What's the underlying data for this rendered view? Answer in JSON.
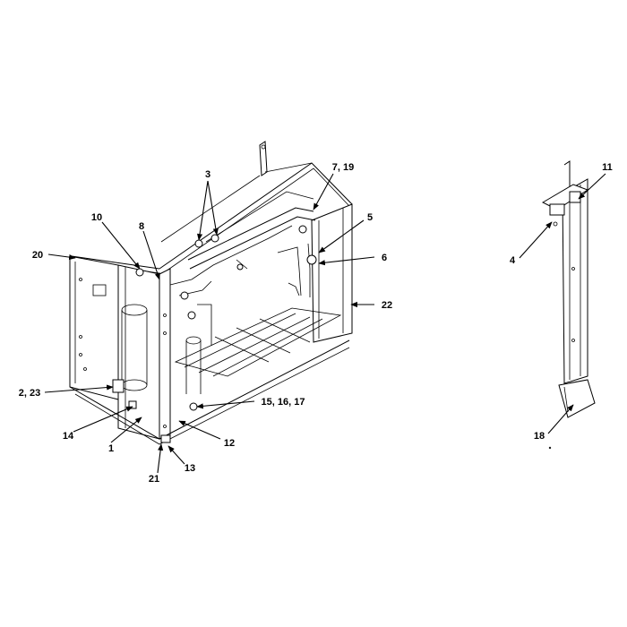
{
  "callouts": {
    "c1": "1",
    "c2_23": "2, 23",
    "c3": "3",
    "c4": "4",
    "c5": "5",
    "c6": "6",
    "c7_19": "7, 19",
    "c8": "8",
    "c10": "10",
    "c11": "11",
    "c12": "12",
    "c13": "13",
    "c14": "14",
    "c15_16_17": "15, 16, 17",
    "c18": "18",
    "c20": "20",
    "c21": "21",
    "c22": "22"
  }
}
